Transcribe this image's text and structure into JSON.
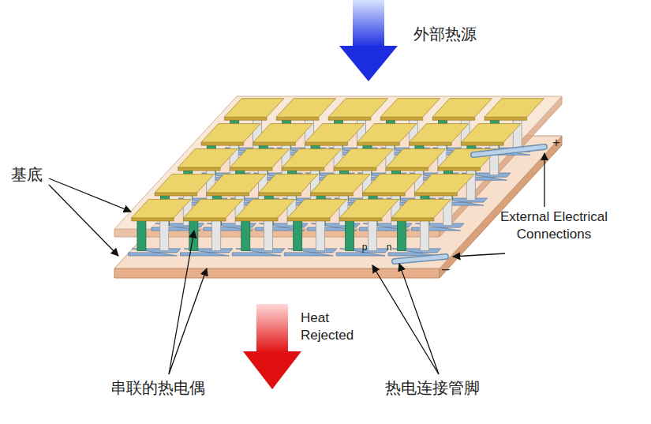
{
  "diagram": {
    "labels": [
      "外部热源",
      "基底",
      "External Electrical Connections",
      "+",
      "–",
      "Heat Rejected",
      "串联的热电偶",
      "热电连接管脚",
      "p",
      "n"
    ]
  }
}
